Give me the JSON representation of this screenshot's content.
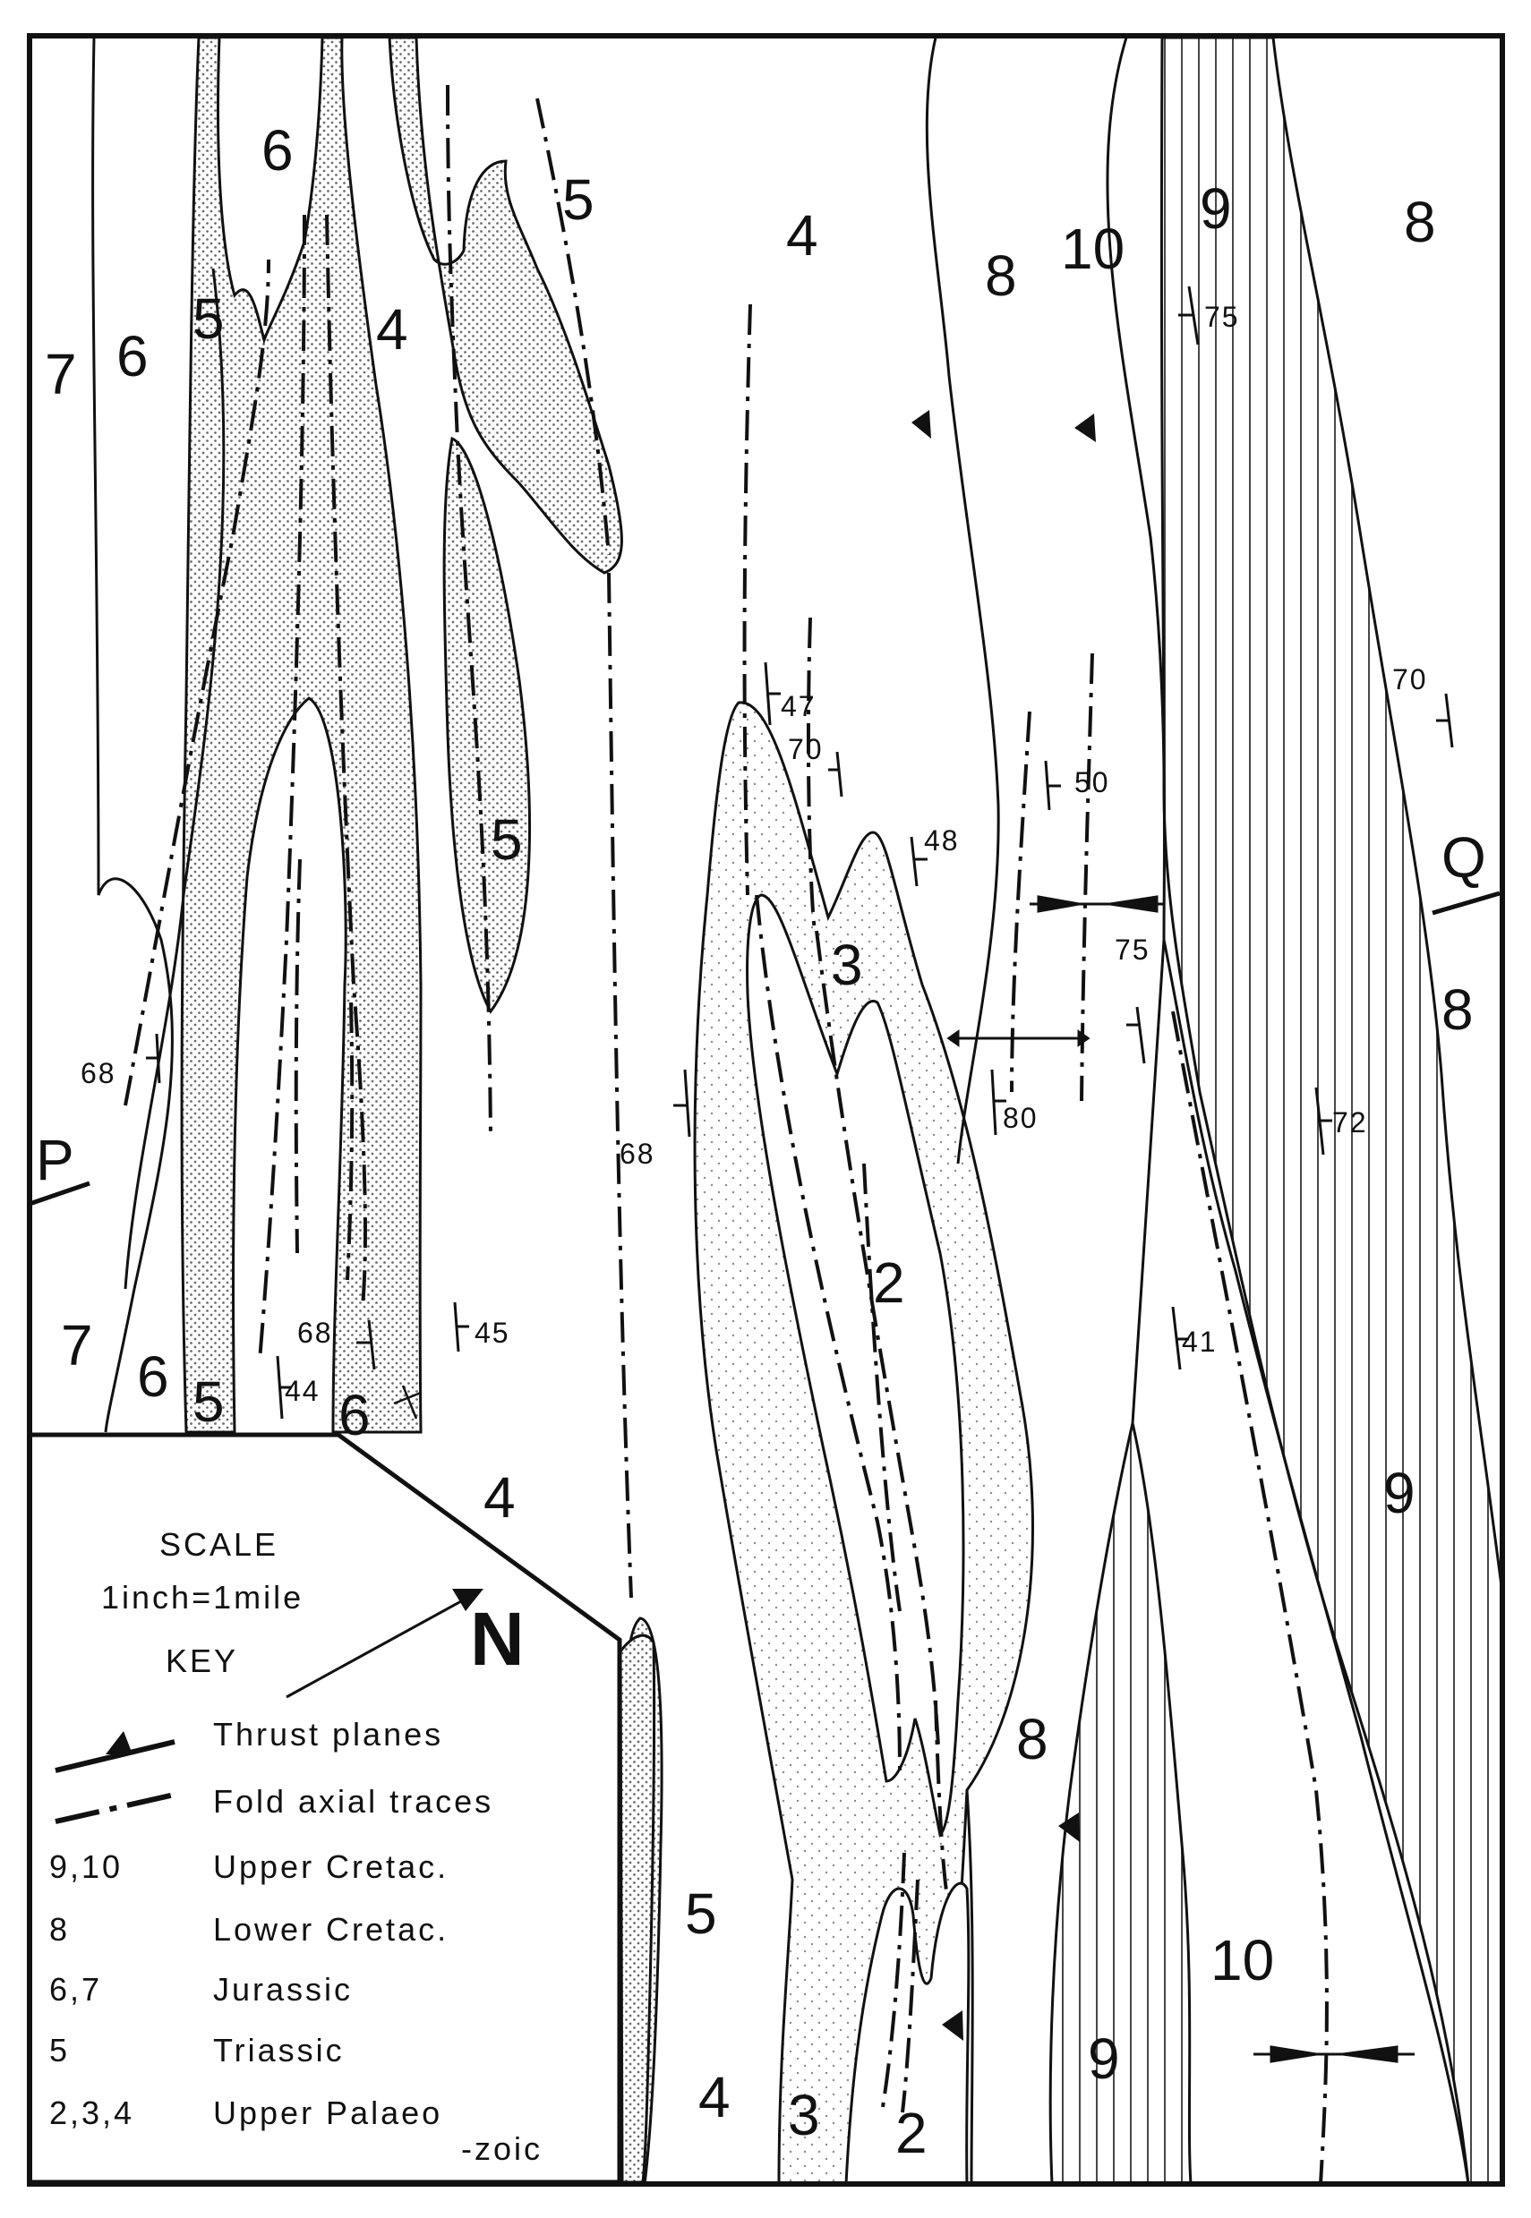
{
  "map": {
    "unit_labels": [
      "7",
      "6",
      "6",
      "5",
      "4",
      "5",
      "4",
      "8",
      "10",
      "9",
      "8",
      "5",
      "3",
      "2",
      "8",
      "9",
      "9",
      "10",
      "8",
      "7",
      "6",
      "5",
      "6",
      "4",
      "5",
      "4",
      "3",
      "2"
    ],
    "dip_values": [
      "75",
      "47",
      "70",
      "48",
      "50",
      "75",
      "80",
      "68",
      "68",
      "72",
      "70",
      "45",
      "68",
      "44",
      "41"
    ],
    "section_ends": {
      "start": "P",
      "end": "Q"
    }
  },
  "north_arrow": {
    "label": "N"
  },
  "scale": {
    "title": "SCALE",
    "text": "1inch=1mile"
  },
  "key": {
    "title": "KEY",
    "symbol_items": [
      {
        "label": "Thrust planes",
        "icon": "thrust-line-icon"
      },
      {
        "label": "Fold axial traces",
        "icon": "fold-axial-trace-icon"
      }
    ],
    "units": [
      {
        "codes": "9,10",
        "name": "Upper Cretac."
      },
      {
        "codes": "8",
        "name": "Lower Cretac."
      },
      {
        "codes": "6,7",
        "name": "Jurassic"
      },
      {
        "codes": "5",
        "name": "Triassic"
      },
      {
        "codes": "2,3,4",
        "name": "Upper Palaeo",
        "name_cont": "-zoic"
      }
    ]
  },
  "colors": {
    "ink": "#111111",
    "paper": "#ffffff",
    "stipple": "#8a8a8a"
  }
}
